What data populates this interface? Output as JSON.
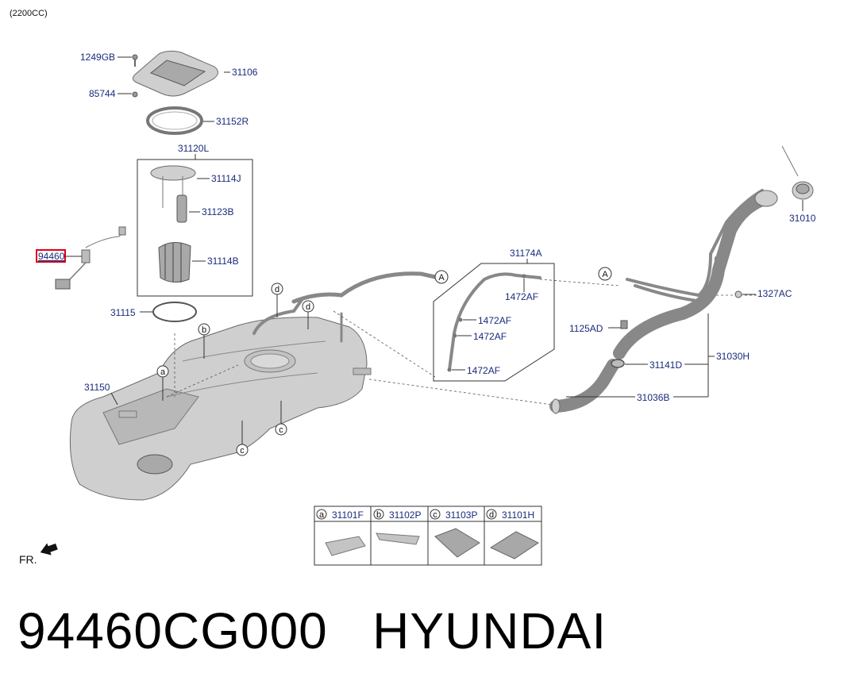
{
  "engine_note": "(2200CC)",
  "title": "94460CG000   HYUNDAI",
  "front_label": "FR.",
  "highlight_color": "#e0001a",
  "label_color": "#1a2a7a",
  "parts": {
    "p1249GB": "1249GB",
    "p31106": "31106",
    "p85744": "85744",
    "p31152R": "31152R",
    "p31120L": "31120L",
    "p31114J": "31114J",
    "p31123B": "31123B",
    "p31114B": "31114B",
    "p94460": "94460",
    "p31115": "31115",
    "p31150": "31150",
    "p31174A": "31174A",
    "p1472AF": "1472AF",
    "p31010": "31010",
    "p1327AC": "1327AC",
    "p1125AD": "1125AD",
    "p31141D": "31141D",
    "p31030H": "31030H",
    "p31036B": "31036B"
  },
  "refs": {
    "a": "a",
    "b": "b",
    "c": "c",
    "d": "d",
    "A": "A"
  },
  "legend": [
    {
      "letter": "a",
      "part": "31101F"
    },
    {
      "letter": "b",
      "part": "31102P"
    },
    {
      "letter": "c",
      "part": "31103P"
    },
    {
      "letter": "d",
      "part": "31101H"
    }
  ]
}
